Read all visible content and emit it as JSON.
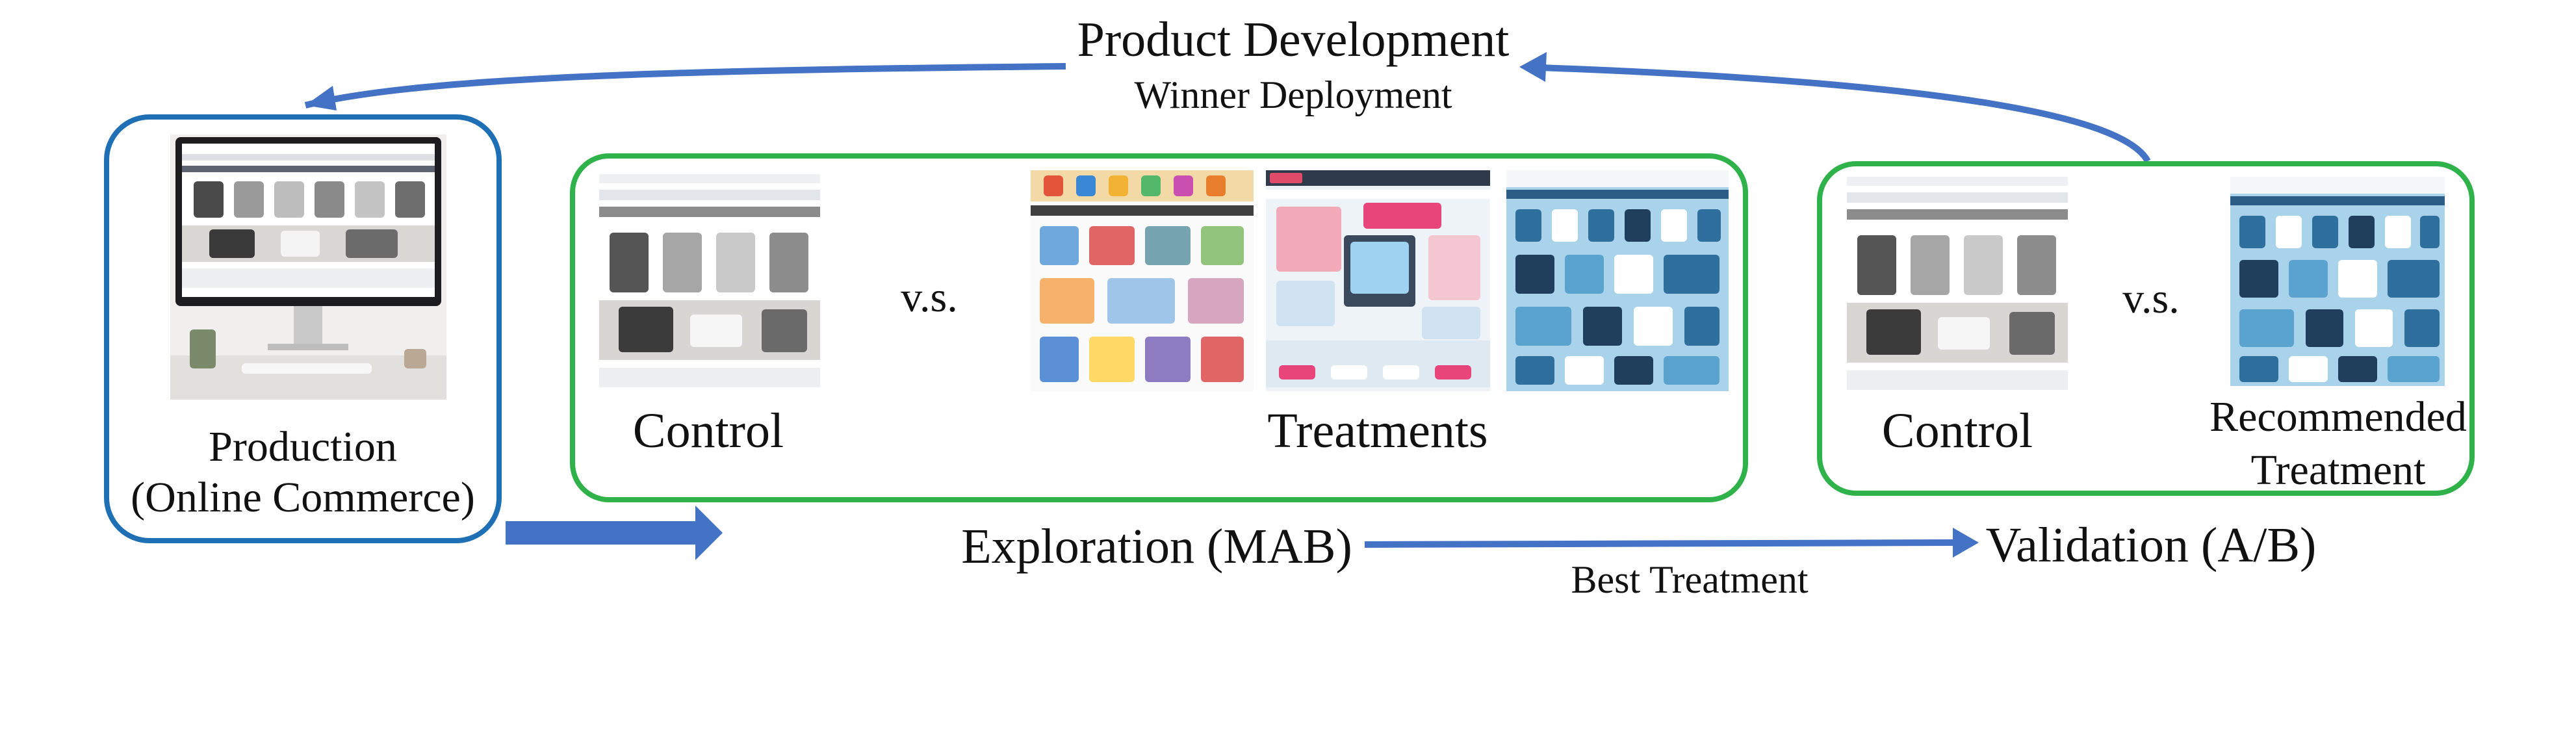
{
  "labels": {
    "product_development": "Product Development",
    "winner_deployment": "Winner Deployment",
    "production_line1": "Production",
    "production_line2": "(Online Commerce)",
    "control_1": "Control",
    "vs_1": "v.s.",
    "treatments": "Treatments",
    "control_2": "Control",
    "vs_2": "v.s.",
    "recommended_line1": "Recommended",
    "recommended_line2": "Treatment",
    "exploration": "Exploration (MAB)",
    "validation": "Validation (A/B)",
    "best_treatment": "Best Treatment"
  },
  "thumbnails": [
    {
      "id": "production-shot",
      "kind": "desktop-monitor"
    },
    {
      "id": "control-shot-1",
      "kind": "grey-apparel-store"
    },
    {
      "id": "treatment-shot-1",
      "kind": "colorful-electronics-store"
    },
    {
      "id": "treatment-shot-2",
      "kind": "cartoon-shopping-store"
    },
    {
      "id": "treatment-shot-3",
      "kind": "blue-icon-store"
    },
    {
      "id": "control-shot-2",
      "kind": "grey-apparel-store"
    },
    {
      "id": "recommended-shot",
      "kind": "blue-icon-store"
    }
  ],
  "colors": {
    "production_border": "#1f6fb5",
    "experiment_border": "#2fb24a",
    "arrow": "#4472c4",
    "label_text": "#111111"
  }
}
